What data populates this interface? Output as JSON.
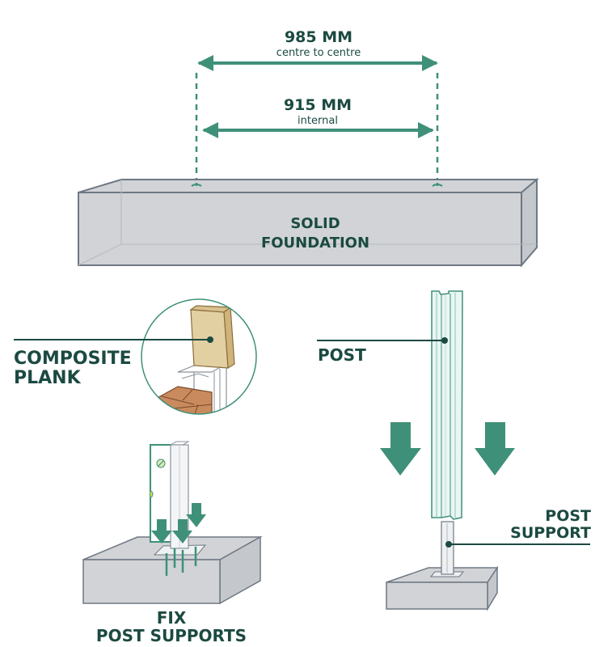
{
  "dimensions": {
    "outer": {
      "value": "985 MM",
      "caption": "centre to centre"
    },
    "inner": {
      "value": "915 MM",
      "caption": "internal"
    }
  },
  "foundation": {
    "line1": "SOLID",
    "line2": "FOUNDATION"
  },
  "labels": {
    "composite_plank": {
      "line1": "COMPOSITE",
      "line2": "PLANK"
    },
    "post": "POST",
    "post_support": {
      "line1": "POST",
      "line2": "SUPPORT"
    },
    "fix_post_supports": {
      "line1": "FIX",
      "line2": "POST SUPPORTS"
    }
  },
  "colors": {
    "accent_green": "#3f9079",
    "text_dark": "#1b4a41",
    "concrete": "#d1d3d6",
    "concrete_edge": "#6f7884",
    "plank": "#e2cfa2",
    "brick": "#c98a5e",
    "post_fill": "#eaf6f3"
  }
}
